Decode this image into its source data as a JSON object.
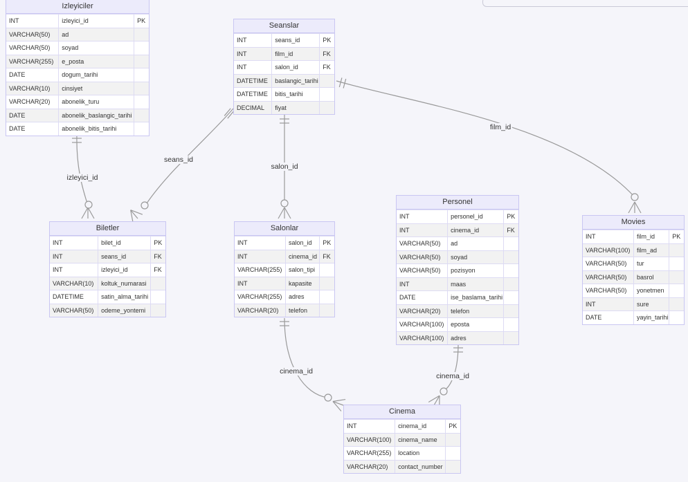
{
  "entities": [
    {
      "id": "izleyiciler",
      "name": "Izleyiciler",
      "cols": [
        76,
        110,
        22
      ],
      "attributes": [
        [
          "INT",
          "izleyici_id",
          "PK"
        ],
        [
          "VARCHAR(50)",
          "ad",
          ""
        ],
        [
          "VARCHAR(50)",
          "soyad",
          ""
        ],
        [
          "VARCHAR(255)",
          "e_posta",
          ""
        ],
        [
          "DATE",
          "dogum_tarihi",
          ""
        ],
        [
          "VARCHAR(10)",
          "cinsiyet",
          ""
        ],
        [
          "VARCHAR(20)",
          "abonelik_turu",
          ""
        ],
        [
          "DATE",
          "abonelik_baslangic_tarihi",
          ""
        ],
        [
          "DATE",
          "abonelik_bitis_tarihi",
          ""
        ]
      ]
    },
    {
      "id": "seanslar",
      "name": "Seanslar",
      "cols": [
        55,
        70,
        22
      ],
      "attributes": [
        [
          "INT",
          "seans_id",
          "PK"
        ],
        [
          "INT",
          "film_id",
          "FK"
        ],
        [
          "INT",
          "salon_id",
          "FK"
        ],
        [
          "DATETIME",
          "baslangic_tarihi",
          ""
        ],
        [
          "DATETIME",
          "bitis_tarihi",
          ""
        ],
        [
          "DECIMAL",
          "fiyat",
          ""
        ]
      ]
    },
    {
      "id": "biletler",
      "name": "Biletler",
      "cols": [
        70,
        77,
        22
      ],
      "attributes": [
        [
          "INT",
          "bilet_id",
          "PK"
        ],
        [
          "INT",
          "seans_id",
          "FK"
        ],
        [
          "INT",
          "izleyici_id",
          "FK"
        ],
        [
          "VARCHAR(10)",
          "koltuk_numarasi",
          ""
        ],
        [
          "DATETIME",
          "satin_alma_tarihi",
          ""
        ],
        [
          "VARCHAR(50)",
          "odeme_yontemi",
          ""
        ]
      ]
    },
    {
      "id": "salonlar",
      "name": "Salonlar",
      "cols": [
        74,
        50,
        22
      ],
      "attributes": [
        [
          "INT",
          "salon_id",
          "PK"
        ],
        [
          "INT",
          "cinema_id",
          "FK"
        ],
        [
          "VARCHAR(255)",
          "salon_tipi",
          ""
        ],
        [
          "INT",
          "kapasite",
          ""
        ],
        [
          "VARCHAR(255)",
          "adres",
          ""
        ],
        [
          "VARCHAR(20)",
          "telefon",
          ""
        ]
      ]
    },
    {
      "id": "personel",
      "name": "Personel",
      "cols": [
        74,
        82,
        22
      ],
      "attributes": [
        [
          "INT",
          "personel_id",
          "PK"
        ],
        [
          "INT",
          "cinema_id",
          "FK"
        ],
        [
          "VARCHAR(50)",
          "ad",
          ""
        ],
        [
          "VARCHAR(50)",
          "soyad",
          ""
        ],
        [
          "VARCHAR(50)",
          "pozisyon",
          ""
        ],
        [
          "INT",
          "maas",
          ""
        ],
        [
          "DATE",
          "ise_baslama_tarihi",
          ""
        ],
        [
          "VARCHAR(20)",
          "telefon",
          ""
        ],
        [
          "VARCHAR(100)",
          "eposta",
          ""
        ],
        [
          "VARCHAR(100)",
          "adres",
          ""
        ]
      ]
    },
    {
      "id": "movies",
      "name": "Movies",
      "cols": [
        74,
        52,
        22
      ],
      "attributes": [
        [
          "INT",
          "film_id",
          "PK"
        ],
        [
          "VARCHAR(100)",
          "film_ad",
          ""
        ],
        [
          "VARCHAR(50)",
          "tur",
          ""
        ],
        [
          "VARCHAR(50)",
          "basrol",
          ""
        ],
        [
          "VARCHAR(50)",
          "yonetmen",
          ""
        ],
        [
          "INT",
          "sure",
          ""
        ],
        [
          "DATE",
          "yayin_tarihi",
          ""
        ]
      ]
    },
    {
      "id": "cinema",
      "name": "Cinema",
      "cols": [
        74,
        74,
        22
      ],
      "attributes": [
        [
          "INT",
          "cinema_id",
          "PK"
        ],
        [
          "VARCHAR(100)",
          "cinema_name",
          ""
        ],
        [
          "VARCHAR(255)",
          "location",
          ""
        ],
        [
          "VARCHAR(20)",
          "contact_number",
          ""
        ]
      ]
    }
  ],
  "relationships": [
    {
      "id": "izleyiciler-biletler",
      "label": "izleyici_id"
    },
    {
      "id": "seanslar-biletler",
      "label": "seans_id"
    },
    {
      "id": "seanslar-salonlar",
      "label": "salon_id"
    },
    {
      "id": "seanslar-movies",
      "label": "film_id"
    },
    {
      "id": "salonlar-cinema",
      "label": "cinema_id"
    },
    {
      "id": "personel-cinema",
      "label": "cinema_id"
    }
  ],
  "colors": {
    "line": "#999999",
    "border": "#c9c6f2",
    "header": "#ecebfb",
    "background": "#f5f5fa"
  }
}
